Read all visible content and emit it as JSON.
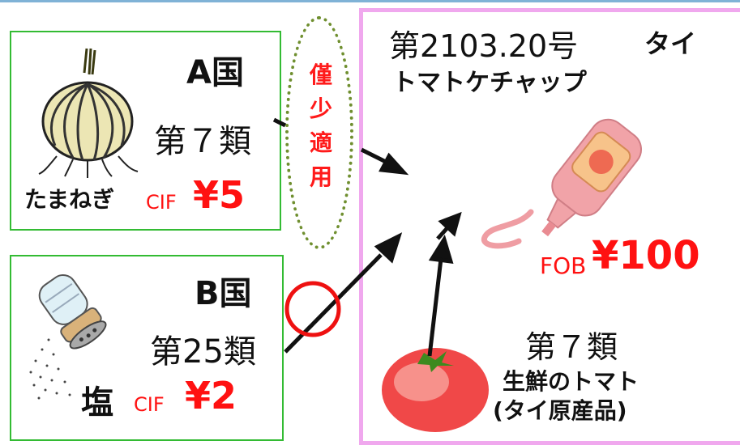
{
  "country_a": {
    "name": "A国",
    "classification": "第７類",
    "product": "たまねぎ",
    "price_term": "CIF",
    "price": "¥5"
  },
  "country_b": {
    "name": "B国",
    "classification": "第25類",
    "product": "塩",
    "price_term": "CIF",
    "price": "¥2"
  },
  "de_minimis": {
    "label": "僅少適用",
    "lines": [
      "僅",
      "少",
      "適",
      "用"
    ]
  },
  "thailand": {
    "country": "タイ",
    "heading": "第2103.20号",
    "product": "トマトケチャップ",
    "price_term": "FOB",
    "price": "¥100"
  },
  "local_material": {
    "classification": "第７類",
    "product": "生鮮のトマト",
    "origin_note": "(タイ原産品)"
  },
  "colors": {
    "box_border": "#33bb33",
    "thai_border": "#f0a8ee",
    "price_red": "#ff1111",
    "oval_dotted": "#6f8f2f",
    "circle_red": "#ee1111"
  },
  "icons": [
    "onion-icon",
    "salt-shaker-icon",
    "ketchup-bottle-icon",
    "tomato-icon"
  ]
}
